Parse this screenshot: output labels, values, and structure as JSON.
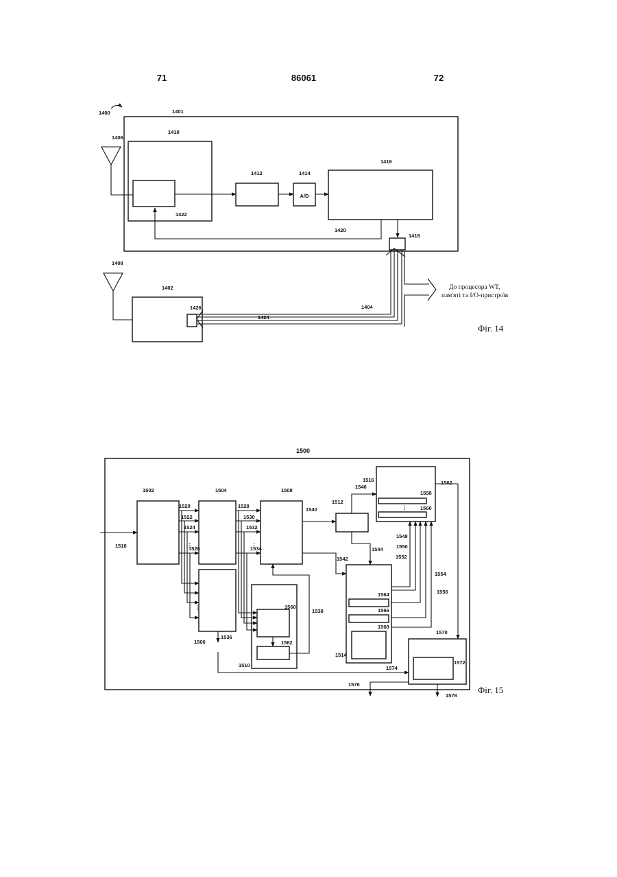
{
  "header": {
    "page_left": "71",
    "doc_number": "86061",
    "page_right": "72"
  },
  "fig14": {
    "caption": "Фіг. 14",
    "output_note_line1": "До процесора WT,",
    "output_note_line2": "пам'яті та I/O-пристроїв",
    "labels": {
      "l1400": "1400",
      "l1401": "1401",
      "l1402": "1402",
      "l1404": "1404",
      "l1406": "1406",
      "l1408": "1408",
      "l1410": "1410",
      "l1412": "1412",
      "l1414": "1414",
      "l1416": "1416",
      "l1418": "1418",
      "l1420": "1420",
      "l1422": "1422",
      "l1424": "1424",
      "l1426": "1426",
      "ad": "A/D"
    }
  },
  "fig15": {
    "caption": "Фіг. 15",
    "labels": {
      "l1500": "1500",
      "l1502": "1502",
      "l1504": "1504",
      "l1506": "1506",
      "l1508": "1508",
      "l1510": "1510",
      "l1512": "1512",
      "l1514": "1514",
      "l1516": "1516",
      "l1518": "1518",
      "l1520": "1520",
      "l1522": "1522",
      "l1524": "1524",
      "l1526": "1526",
      "l1528": "1528",
      "l1530": "1530",
      "l1532": "1532",
      "l1534": "1534",
      "l1536": "1536",
      "l1538": "1538",
      "l1540": "1540",
      "l1542": "1542",
      "l1544": "1544",
      "l1546": "1546",
      "l1548": "1548",
      "l1550": "1550",
      "l1552": "1552",
      "l1554": "1554",
      "l1556": "1556",
      "l1558": "1558",
      "l1560a": "1560",
      "l1560b": "1560",
      "l1562a": "1562",
      "l1562b": "1562",
      "l1564": "1564",
      "l1566": "1566",
      "l1568": "1568",
      "l1570": "1570",
      "l1572": "1572",
      "l1574": "1574",
      "l1576": "1576",
      "l1578": "1578"
    }
  }
}
